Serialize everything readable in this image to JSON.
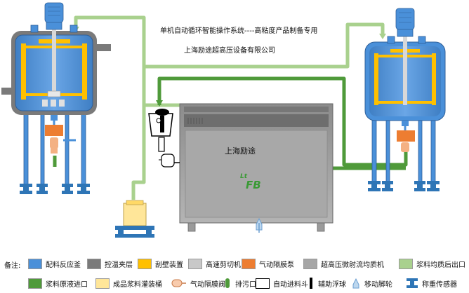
{
  "header": {
    "title": "单机自动循环智能操作系统----高粘度产品制备专用",
    "company": "上海励途超高压设备有限公司"
  },
  "machine": {
    "brand": "上海励途",
    "logo_small": "Lt",
    "logo_large": "FB"
  },
  "colors": {
    "reactor_blue": "#4a90d9",
    "jacket_gray": "#7a7a7a",
    "scraper_yellow": "#ffc000",
    "shear_gray": "#c8c8c8",
    "pump_orange": "#ed7d31",
    "homogenizer_gray": "#a6a6a6",
    "outlet_green": "#a9d18e",
    "inlet_green": "#4f9a3a",
    "bucket_yellow": "#ffe699"
  },
  "legend": {
    "heading": "备注:",
    "items": [
      {
        "label": "配料反应釜",
        "icon": "reactor-swatch"
      },
      {
        "label": "控温夹层",
        "icon": "jacket-swatch"
      },
      {
        "label": "刮壁装置",
        "icon": "scraper-swatch"
      },
      {
        "label": "高速剪切机",
        "icon": "shear-swatch"
      },
      {
        "label": "气动隔膜泵",
        "icon": "pump-swatch"
      },
      {
        "label": "超高压微射流均质机",
        "icon": "homogenizer-swatch"
      },
      {
        "label": "浆料均质后出口",
        "icon": "outlet-swatch"
      },
      {
        "label": "浆料原液进口",
        "icon": "inlet-swatch"
      },
      {
        "label": "成品浆料灌装桶",
        "icon": "bucket-swatch"
      },
      {
        "label": "气动隔膜阀",
        "icon": "valve-icon"
      },
      {
        "label": "排污口",
        "icon": "drain-icon"
      },
      {
        "label": "自动进料斗",
        "icon": "hopper-swatch"
      },
      {
        "label": "辅助浮球",
        "icon": "float-ball-icon"
      },
      {
        "label": "移动脚轮",
        "icon": "caster-icon"
      },
      {
        "label": "称重传感器",
        "icon": "load-cell-icon"
      }
    ]
  }
}
